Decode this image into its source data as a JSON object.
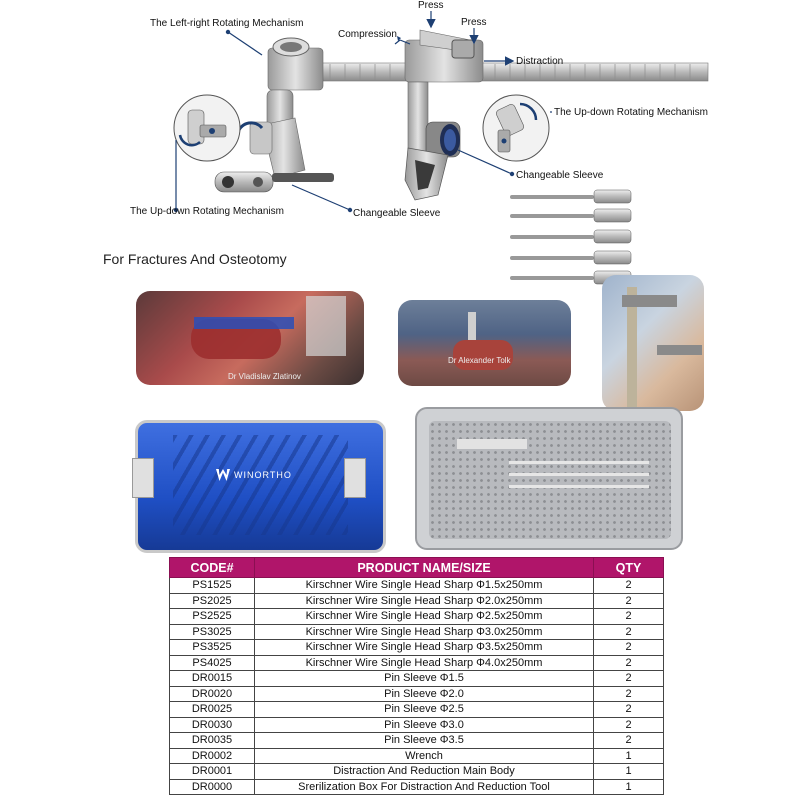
{
  "diagram": {
    "labels": {
      "press_left": "Press",
      "press_right": "Press",
      "compression": "Compression",
      "distraction": "Distraction",
      "left_right_rotating": "The Left-right Rotating Mechanism",
      "up_down_rotating_left": "The Up-down Rotating Mechanism",
      "up_down_rotating_right": "The Up-down Rotating Mechanism",
      "changeable_sleeve_left": "Changeable Sleeve",
      "changeable_sleeve_right": "Changeable Sleeve"
    }
  },
  "section_title": "For Fractures And Osteotomy",
  "photos": {
    "photo1_caption": "Dr Vladislav Zlatinov",
    "photo2_caption": "Dr Alexander Tolk"
  },
  "sterilization_box": {
    "brand": "WINORTHO"
  },
  "table": {
    "headers": {
      "code": "CODE#",
      "name": "PRODUCT NAME/SIZE",
      "qty": "QTY"
    },
    "rows": [
      {
        "code": "PS1525",
        "name": "Kirschner Wire Single Head Sharp Φ1.5x250mm",
        "qty": "2"
      },
      {
        "code": "PS2025",
        "name": "Kirschner Wire Single Head Sharp Φ2.0x250mm",
        "qty": "2"
      },
      {
        "code": "PS2525",
        "name": "Kirschner Wire Single Head Sharp Φ2.5x250mm",
        "qty": "2"
      },
      {
        "code": "PS3025",
        "name": "Kirschner Wire Single Head Sharp Φ3.0x250mm",
        "qty": "2"
      },
      {
        "code": "PS3525",
        "name": "Kirschner Wire Single Head Sharp Φ3.5x250mm",
        "qty": "2"
      },
      {
        "code": "PS4025",
        "name": "Kirschner Wire Single Head Sharp Φ4.0x250mm",
        "qty": "2"
      },
      {
        "code": "DR0015",
        "name": "Pin Sleeve  Φ1.5",
        "qty": "2"
      },
      {
        "code": "DR0020",
        "name": "Pin Sleeve  Φ2.0",
        "qty": "2"
      },
      {
        "code": "DR0025",
        "name": "Pin Sleeve  Φ2.5",
        "qty": "2"
      },
      {
        "code": "DR0030",
        "name": "Pin Sleeve  Φ3.0",
        "qty": "2"
      },
      {
        "code": "DR0035",
        "name": "Pin Sleeve  Φ3.5",
        "qty": "2"
      },
      {
        "code": "DR0002",
        "name": "Wrench",
        "qty": "1"
      },
      {
        "code": "DR0001",
        "name": "Distraction And Reduction Main Body",
        "qty": "1"
      },
      {
        "code": "DR0000",
        "name": "Srerilization Box For Distraction And Reduction Tool",
        "qty": "1"
      }
    ]
  },
  "colors": {
    "header_bg": "#b0156a",
    "box_blue": "#1f4fc4",
    "arrow_blue": "#1d3f73"
  }
}
